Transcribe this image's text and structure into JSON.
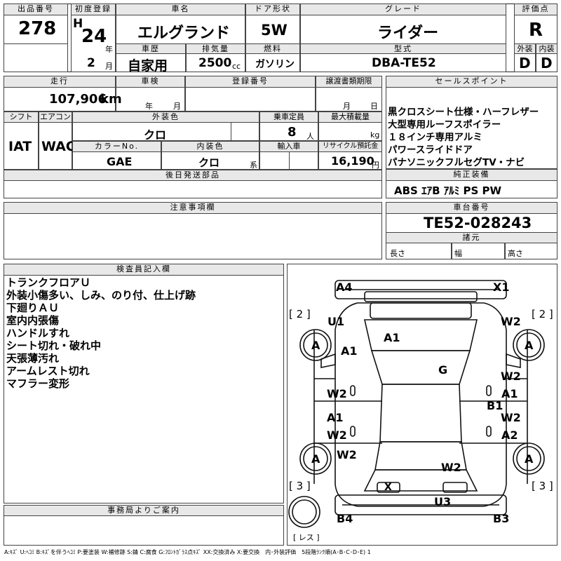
{
  "headers": {
    "lot_no": "出品番号",
    "first_reg": "初度登録",
    "car_name": "車名",
    "door": "ドア形状",
    "grade": "グレード",
    "score": "評価点",
    "history": "車歴",
    "displacement": "排気量",
    "fuel": "燃料",
    "model": "型式",
    "exterior": "外装",
    "interior": "内装",
    "mileage": "走行",
    "inspection": "車検",
    "reg_no": "登録番号",
    "transfer": "譲渡書類期限",
    "sales_point": "セールスポイント",
    "shift": "シフト",
    "aircon": "エアコン",
    "ext_color": "外装色",
    "capacity": "乗車定員",
    "max_load": "最大積載量",
    "color_no": "カラーNo.",
    "int_color": "内装色",
    "import": "輸入車",
    "recycle": "リサイクル預託金",
    "later_parts": "後日発送部品",
    "genuine": "純正装備",
    "caution": "注意事項欄",
    "chassis": "車台番号",
    "specs": "諸元",
    "inspector": "検査員記入欄",
    "office": "事務局よりご案内"
  },
  "vehicle": {
    "lot_no": "278",
    "era": "H",
    "year": "24",
    "year_unit": "年",
    "month": "2",
    "month_unit": "月",
    "name": "エルグランド",
    "door": "5W",
    "grade": "ライダー",
    "score": "R",
    "history": "自家用",
    "displacement": "2500",
    "cc_unit": "cc",
    "fuel": "ガソリン",
    "model": "DBA-TE52",
    "exterior_score": "D",
    "interior_score": "D",
    "mileage": "107,906",
    "mileage_unit": "km",
    "insp_year_unit": "年",
    "insp_month_unit": "月",
    "transfer_month_unit": "月",
    "transfer_day_unit": "日",
    "shift": "IAT",
    "aircon": "WAC",
    "ext_color": "クロ",
    "capacity": "8",
    "capacity_unit": "人",
    "load_unit": "kg",
    "color_no": "GAE",
    "int_color": "クロ",
    "int_color_unit": "系",
    "recycle": "16,190",
    "recycle_unit": "円",
    "chassis_no": "TE52-028243",
    "len_label": "長さ",
    "width_label": "幅",
    "height_label": "高さ"
  },
  "sales_points": [
    "黒クロスシート仕様・ハーフレザー",
    "大型専用ルーフスポイラー",
    "１８インチ専用アルミ",
    "パワースライドドア",
    "パナソニックフルセグTV・ナビ"
  ],
  "equipment": "ABS ｴｱB ｱﾙﾐ PS PW",
  "inspector_notes": [
    "トランクフロアＵ",
    "外装小傷多い、しみ、のり付、仕上げ跡",
    "下廻りＡＵ",
    "室内内張傷",
    "ハンドルすれ",
    "シート切れ・破れ中",
    "天張薄汚れ",
    "アームレスト切れ",
    "マフラー変形"
  ],
  "diagram": {
    "a4": "A4",
    "x1": "X1",
    "u1": "U1",
    "w2_fr": "W2",
    "tire_fl": "A",
    "tire_fr": "A",
    "a1_fl": "A1",
    "a1_hood": "A1",
    "g_glass": "G",
    "w2_r1": "W2",
    "w2_l1": "W2",
    "a1_r": "A1",
    "b1": "B1",
    "a1_l": "A1",
    "w2_r2": "W2",
    "w2_l2": "W2",
    "a2_r": "A2",
    "tire_rl": "A",
    "tire_rr": "A",
    "w2_rl": "W2",
    "w2_rear": "W2",
    "x_rear": "X",
    "u3": "U3",
    "b4": "B4",
    "b3": "B3",
    "bracket_2l": "[ 2 ]",
    "bracket_2r": "[ 2 ]",
    "bracket_3l": "[ 3 ]",
    "bracket_3r": "[ 3 ]",
    "spare_label": "[ レス ]"
  },
  "legend": "A:ｷｽﾞ U:ﾍｺﾐ B:ｷｽﾞを伴うﾍｺﾐ P:要塗装 W:補修跡 S:錆 C:腐食 G:ﾌﾛﾝﾄｶﾞﾗｽ点ｷｽﾞ XX:交換済み X:要交換　内･外装評価　5段階ﾗﾝｸ順(A･B･C･D･E) 1"
}
